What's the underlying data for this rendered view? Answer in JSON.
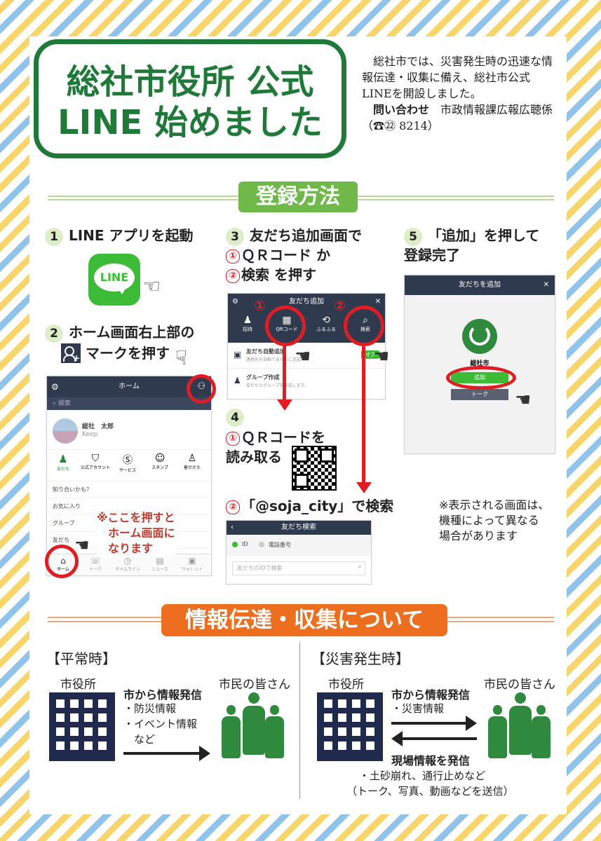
{
  "header": {
    "title_line1": "総社市役所 公式",
    "title_line2": "LINE 始めました",
    "intro": "　総社市では、災害発生時の迅速な情報伝達・収集に備え、総社市公式LINEを開設しました。",
    "contact_label": "問い合わせ",
    "contact_text": "　市政情報課広報広聴係（☎㉒ 8214）"
  },
  "registration": {
    "banner": "登録方法",
    "step1": {
      "num": "1",
      "text": "LINE アプリを起動",
      "logo_text": "LINE"
    },
    "step2": {
      "num": "2",
      "line1": "ホーム画面右上部の",
      "line2": "マークを押す"
    },
    "step3": {
      "num": "3",
      "line1": "友だち追加画面で",
      "line2_circ": "①",
      "line2": "ＱＲコード か",
      "line3_circ": "②",
      "line3": "検索 を押す"
    },
    "step4": {
      "num": "4",
      "line1_circ": "①",
      "line1": "ＱＲコードを",
      "line2": "読み取る",
      "search_circ": "②",
      "search_text": "「@soja_city」で検索"
    },
    "step5": {
      "num": "5",
      "line1": "「追加」を押して",
      "line2": "登録完了"
    },
    "home_screen": {
      "title": "ホーム",
      "search": "検索",
      "profile_name": "総社　太郎",
      "profile_sub": "Keep",
      "tabs": [
        "友だち",
        "公式アカウント",
        "サービス",
        "スタンプ",
        "着せかえ"
      ],
      "list": [
        "知り合いかも？",
        "お気に入り",
        "グループ",
        "友だち"
      ],
      "bottom_nav": [
        "ホーム",
        "トーク",
        "タイムライン",
        "ニュース",
        "ウォレット"
      ],
      "note_lines": [
        "※ここを押すと",
        "ホーム画面に",
        "なります"
      ]
    },
    "add_friend_screen": {
      "title": "友だち追加",
      "tabs": [
        "招待",
        "QRコード",
        "ふるふる",
        "検索"
      ],
      "rows": [
        {
          "title": "友だち自動追加",
          "sub": "連絡先を自動で友だちに追加",
          "action": "オフ"
        },
        {
          "title": "グループ作成",
          "sub": "友だちとグループを作成します。"
        }
      ]
    },
    "search_screen": {
      "title": "友だち検索",
      "opt1": "ID",
      "opt2": "電話番号",
      "placeholder": "友だちのIDで検索"
    },
    "add_screen": {
      "title": "友だちを追加",
      "name": "総社市",
      "add_button": "追加",
      "talk_button": "トーク"
    },
    "disclaimer_lines": [
      "※表示される画面は、",
      "機種によって異なる",
      "場合があります"
    ]
  },
  "info": {
    "banner": "情報伝達・収集について",
    "normal": {
      "heading": "【平常時】",
      "left_label": "市役所",
      "right_label": "市民の皆さん",
      "send_title": "市から情報発信",
      "items": [
        "・防災情報",
        "・イベント情報",
        "　など"
      ]
    },
    "disaster": {
      "heading": "【災害発生時】",
      "left_label": "市役所",
      "right_label": "市民の皆さん",
      "send_title": "市から情報発信",
      "send_items": [
        "・災害情報"
      ],
      "receive_title": "現場情報を発信",
      "receive_items": [
        "・土砂崩れ、通行止めなど",
        "（トーク、写真、動画などを送信）"
      ]
    },
    "colors": {
      "green": "#1f7a3a",
      "people": "#2f8a3e",
      "building": "#1f2a4d",
      "red": "#e11d24",
      "orange": "#ec6e1e"
    }
  }
}
